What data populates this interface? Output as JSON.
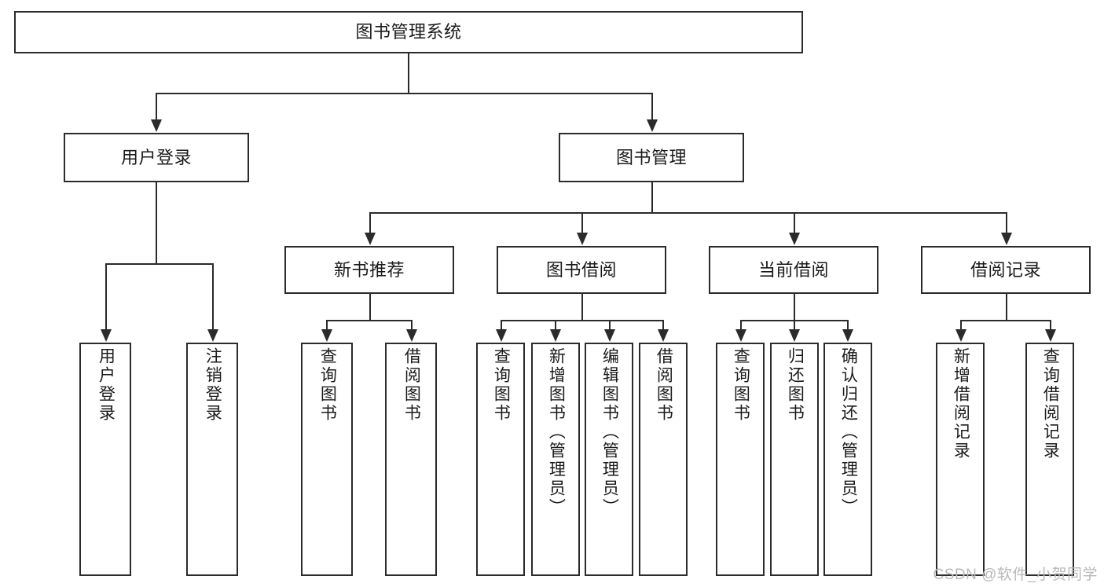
{
  "diagram": {
    "type": "tree",
    "title": "图书管理系统",
    "root": {
      "label": "图书管理系统"
    },
    "level2": [
      {
        "label": "用户登录"
      },
      {
        "label": "图书管理"
      }
    ],
    "level3": [
      {
        "label": "新书推荐"
      },
      {
        "label": "图书借阅"
      },
      {
        "label": "当前借阅"
      },
      {
        "label": "借阅记录"
      }
    ],
    "leaves": {
      "user_login": [
        {
          "label": "用户登录"
        },
        {
          "label": "注销登录"
        }
      ],
      "new_book": [
        {
          "label": "查询图书"
        },
        {
          "label": "借阅图书"
        }
      ],
      "book_borrow": [
        {
          "label": "查询图书"
        },
        {
          "label": "新增图书（管理员）"
        },
        {
          "label": "编辑图书（管理员）"
        },
        {
          "label": "借阅图书"
        }
      ],
      "current_borrow": [
        {
          "label": "查询图书"
        },
        {
          "label": "归还图书"
        },
        {
          "label": "确认归还（管理员）"
        }
      ],
      "borrow_record": [
        {
          "label": "新增借阅记录"
        },
        {
          "label": "查询借阅记录"
        }
      ]
    }
  },
  "watermark": {
    "text": "CSDN @软件_小贺同学"
  },
  "colors": {
    "stroke": "#2b2b2b",
    "fill": "#ffffff",
    "text": "#1a1a1a",
    "watermark": "#b9b9b9"
  }
}
